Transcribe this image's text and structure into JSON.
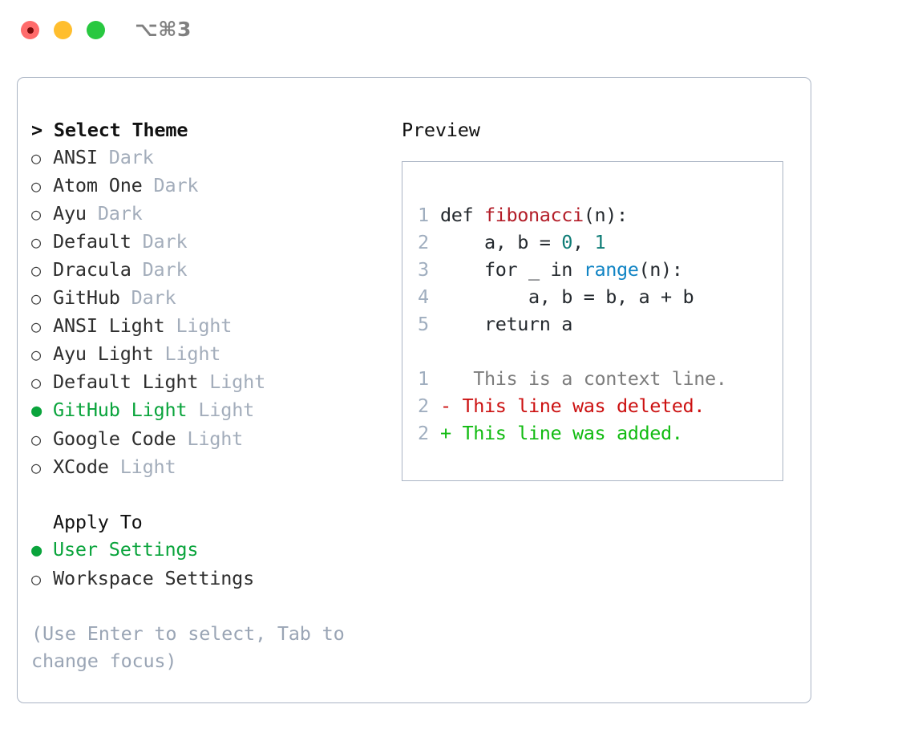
{
  "titlebar": {
    "shortcut": "⌥⌘3",
    "lights": [
      {
        "name": "close",
        "color": "#ff6b6b"
      },
      {
        "name": "minimize",
        "color": "#ffbe2e"
      },
      {
        "name": "maximize",
        "color": "#28c840"
      }
    ]
  },
  "theme_picker": {
    "header": "> Select Theme",
    "items": [
      {
        "marker": "○",
        "name": "ANSI",
        "variant": "Dark",
        "selected": false
      },
      {
        "marker": "○",
        "name": "Atom One",
        "variant": "Dark",
        "selected": false
      },
      {
        "marker": "○",
        "name": "Ayu",
        "variant": "Dark",
        "selected": false
      },
      {
        "marker": "○",
        "name": "Default",
        "variant": "Dark",
        "selected": false
      },
      {
        "marker": "○",
        "name": "Dracula",
        "variant": "Dark",
        "selected": false
      },
      {
        "marker": "○",
        "name": "GitHub",
        "variant": "Dark",
        "selected": false
      },
      {
        "marker": "○",
        "name": "ANSI Light",
        "variant": "Light",
        "selected": false
      },
      {
        "marker": "○",
        "name": "Ayu Light",
        "variant": "Light",
        "selected": false
      },
      {
        "marker": "○",
        "name": "Default Light",
        "variant": "Light",
        "selected": false
      },
      {
        "marker": "●",
        "name": "GitHub Light",
        "variant": "Light",
        "selected": true
      },
      {
        "marker": "○",
        "name": "Google Code",
        "variant": "Light",
        "selected": false
      },
      {
        "marker": "○",
        "name": "XCode",
        "variant": "Light",
        "selected": false
      }
    ]
  },
  "apply_to": {
    "label": "Apply To",
    "options": [
      {
        "marker": "●",
        "name": "User Settings",
        "selected": true
      },
      {
        "marker": "○",
        "name": "Workspace Settings",
        "selected": false
      }
    ]
  },
  "hint": "(Use Enter to select, Tab to change focus)",
  "preview": {
    "title": "Preview",
    "code_lines": [
      {
        "num": "1",
        "segments": [
          {
            "text": "def ",
            "style": "plain"
          },
          {
            "text": "fibonacci",
            "style": "fn"
          },
          {
            "text": "(n):",
            "style": "plain"
          }
        ]
      },
      {
        "num": "2",
        "segments": [
          {
            "text": "    a, b = ",
            "style": "plain"
          },
          {
            "text": "0",
            "style": "num"
          },
          {
            "text": ", ",
            "style": "plain"
          },
          {
            "text": "1",
            "style": "num"
          }
        ]
      },
      {
        "num": "3",
        "segments": [
          {
            "text": "    for _ in ",
            "style": "plain"
          },
          {
            "text": "range",
            "style": "call"
          },
          {
            "text": "(n):",
            "style": "plain"
          }
        ]
      },
      {
        "num": "4",
        "segments": [
          {
            "text": "        a, b = b, a + b",
            "style": "plain"
          }
        ]
      },
      {
        "num": "5",
        "segments": [
          {
            "text": "    return a",
            "style": "plain"
          }
        ]
      }
    ],
    "diff_lines": [
      {
        "num": "1",
        "sign": " ",
        "text": "  This is a context line.",
        "kind": "context"
      },
      {
        "num": "2",
        "sign": "-",
        "text": " This line was deleted.",
        "kind": "deleted"
      },
      {
        "num": "2",
        "sign": "+",
        "text": " This line was added.",
        "kind": "added"
      }
    ]
  },
  "colors": {
    "accent_green": "#0aa43c",
    "muted": "#a3adbb",
    "border": "#aab4c4",
    "syntax_function": "#b31d28",
    "syntax_call": "#1184c4",
    "syntax_number": "#0e7c76",
    "diff_deleted": "#cc1111",
    "diff_added": "#11bb11",
    "diff_context": "#7d7d7d",
    "line_number": "#a0aebf"
  }
}
